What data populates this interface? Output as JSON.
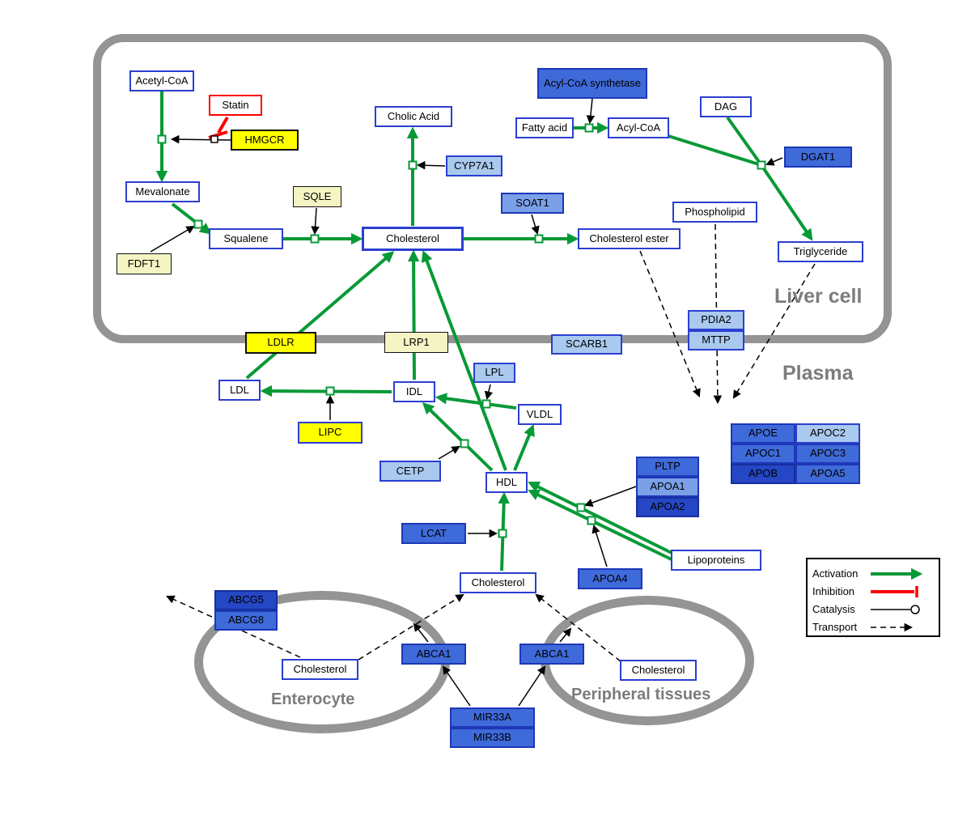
{
  "regions": {
    "liver_cell": {
      "label": "Liver cell"
    },
    "plasma": {
      "label": "Plasma"
    },
    "enterocyte": {
      "label": "Enterocyte"
    },
    "peripheral_tissues": {
      "label": "Peripheral tissues"
    }
  },
  "legend": {
    "activation": "Activation",
    "inhibition": "Inhibition",
    "catalysis": "Catalysis",
    "transport": "Transport"
  },
  "colors": {
    "activation_green": "#089937",
    "inhibition_red": "#ff0000",
    "membrane_gray": "#949494",
    "gene_yellow": "#ffff00",
    "gene_pale_yellow": "#f4f4c4",
    "gene_light_blue": "#a9c9ee",
    "gene_medium_blue": "#3f6ad9",
    "gene_dark_blue": "#2547c5",
    "metabolite_border_blue": "#2b3fd0"
  },
  "nodes": {
    "acetyl_coa": {
      "label": "Acetyl-CoA"
    },
    "statin": {
      "label": "Statin"
    },
    "hmgcr": {
      "label": "HMGCR"
    },
    "mevalonate": {
      "label": "Mevalonate"
    },
    "fdft1": {
      "label": "FDFT1"
    },
    "squalene": {
      "label": "Squalene"
    },
    "sqle": {
      "label": "SQLE"
    },
    "cholesterol_liver": {
      "label": "Cholesterol"
    },
    "cyp7a1": {
      "label": "CYP7A1"
    },
    "cholic_acid": {
      "label": "Cholic Acid"
    },
    "acyl_coa_synthetase": {
      "label": "Acyl-CoA synthetase"
    },
    "fatty_acid": {
      "label": "Fatty acid"
    },
    "acyl_coa": {
      "label": "Acyl-CoA"
    },
    "dag": {
      "label": "DAG"
    },
    "dgat1": {
      "label": "DGAT1"
    },
    "soat1": {
      "label": "SOAT1"
    },
    "cholesterol_ester": {
      "label": "Cholesterol ester"
    },
    "phospholipid": {
      "label": "Phospholipid"
    },
    "triglyceride": {
      "label": "Triglyceride"
    },
    "pdia2": {
      "label": "PDIA2"
    },
    "mttp": {
      "label": "MTTP"
    },
    "ldlr": {
      "label": "LDLR"
    },
    "lrp1": {
      "label": "LRP1"
    },
    "scarb1": {
      "label": "SCARB1"
    },
    "ldl": {
      "label": "LDL"
    },
    "idl": {
      "label": "IDL"
    },
    "lpl": {
      "label": "LPL"
    },
    "vldl": {
      "label": "VLDL"
    },
    "lipc": {
      "label": "LIPC"
    },
    "cetp": {
      "label": "CETP"
    },
    "hdl": {
      "label": "HDL"
    },
    "pltp": {
      "label": "PLTP"
    },
    "apoa1": {
      "label": "APOA1"
    },
    "apoa2": {
      "label": "APOA2"
    },
    "lcat": {
      "label": "LCAT"
    },
    "apoa4": {
      "label": "APOA4"
    },
    "lipoproteins": {
      "label": "Lipoproteins"
    },
    "apoe": {
      "label": "APOE"
    },
    "apoc2": {
      "label": "APOC2"
    },
    "apoc1": {
      "label": "APOC1"
    },
    "apoc3": {
      "label": "APOC3"
    },
    "apob": {
      "label": "APOB"
    },
    "apoa5": {
      "label": "APOA5"
    },
    "cholesterol_plasma": {
      "label": "Cholesterol"
    },
    "abcg5": {
      "label": "ABCG5"
    },
    "abcg8": {
      "label": "ABCG8"
    },
    "cholesterol_enterocyte": {
      "label": "Cholesterol"
    },
    "abca1_enterocyte": {
      "label": "ABCA1"
    },
    "abca1_peripheral": {
      "label": "ABCA1"
    },
    "cholesterol_peripheral": {
      "label": "Cholesterol"
    },
    "mir33a": {
      "label": "MIR33A"
    },
    "mir33b": {
      "label": "MIR33B"
    }
  },
  "edges": [
    {
      "from": "acetyl_coa",
      "to": "mevalonate",
      "type": "activation",
      "catalyst": "hmgcr"
    },
    {
      "from": "statin",
      "to": "hmgcr_catalysis",
      "type": "inhibition"
    },
    {
      "from": "mevalonate",
      "to": "squalene",
      "type": "activation",
      "catalyst": "fdft1"
    },
    {
      "from": "squalene",
      "to": "cholesterol_liver",
      "type": "activation",
      "catalyst": "sqle"
    },
    {
      "from": "cholesterol_liver",
      "to": "cholic_acid",
      "type": "activation",
      "catalyst": "cyp7a1"
    },
    {
      "from": "cholesterol_liver",
      "to": "cholesterol_ester",
      "type": "activation",
      "catalyst": "soat1"
    },
    {
      "from": "fatty_acid",
      "to": "acyl_coa",
      "type": "activation",
      "catalyst": "acyl_coa_synthetase"
    },
    {
      "from": "acyl_coa",
      "to": "triglyceride",
      "type": "activation",
      "catalyst": "dgat1"
    },
    {
      "from": "dag",
      "to": "triglyceride",
      "type": "activation",
      "catalyst": "dgat1"
    },
    {
      "from": "ldl",
      "to": "cholesterol_liver",
      "type": "activation",
      "via": "ldlr"
    },
    {
      "from": "idl",
      "to": "cholesterol_liver",
      "type": "activation",
      "via": "lrp1"
    },
    {
      "from": "hdl",
      "to": "cholesterol_liver",
      "type": "activation"
    },
    {
      "from": "idl",
      "to": "ldl",
      "type": "activation",
      "catalyst": "lipc"
    },
    {
      "from": "vldl",
      "to": "idl",
      "type": "activation",
      "catalyst": "lpl"
    },
    {
      "from": "hdl",
      "to": "vldl",
      "type": "activation"
    },
    {
      "from": "hdl",
      "to": "idl",
      "type": "activation",
      "catalyst": "cetp"
    },
    {
      "from": "lipoproteins",
      "to": "hdl",
      "type": "activation",
      "catalyst": "pltp/apoa1/apoa2"
    },
    {
      "from": "lipoproteins",
      "to": "hdl",
      "type": "activation",
      "catalyst": "apoa4"
    },
    {
      "from": "cholesterol_plasma",
      "to": "hdl",
      "type": "activation",
      "catalyst": "lcat"
    },
    {
      "from": "cholesterol_ester",
      "to": "plasma",
      "type": "transport"
    },
    {
      "from": "phospholipid",
      "to": "plasma",
      "type": "transport",
      "via": "pdia2/mttp"
    },
    {
      "from": "triglyceride",
      "to": "plasma",
      "type": "transport"
    },
    {
      "from": "cholesterol_enterocyte",
      "to": "outside",
      "type": "transport",
      "via": "abcg5/abcg8"
    },
    {
      "from": "cholesterol_enterocyte",
      "to": "cholesterol_plasma",
      "type": "transport",
      "via": "abca1_enterocyte"
    },
    {
      "from": "cholesterol_peripheral",
      "to": "cholesterol_plasma",
      "type": "transport",
      "via": "abca1_peripheral"
    },
    {
      "from": "mir33a_mir33b",
      "to": "abca1_enterocyte",
      "type": "catalysis"
    },
    {
      "from": "mir33a_mir33b",
      "to": "abca1_peripheral",
      "type": "catalysis"
    }
  ]
}
